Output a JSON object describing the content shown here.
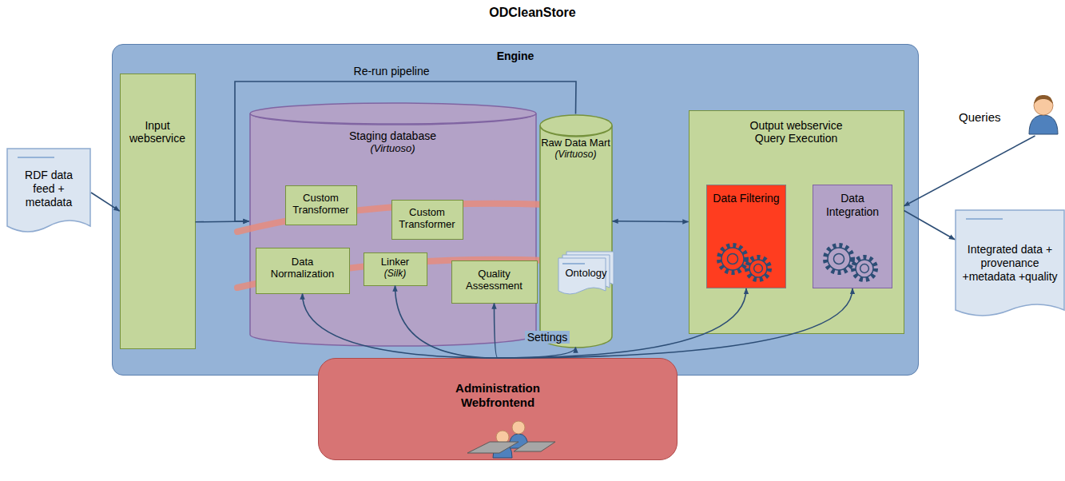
{
  "diagram": {
    "title": "ODCleanStore",
    "nodes": [
      {
        "text": [
          "RDF data feed + metadata"
        ]
      },
      {
        "text": [
          "Engine"
        ]
      },
      {
        "text": [
          "Input webservice"
        ],
        "in": 1
      },
      {
        "text": [
          "Staging database",
          "(Virtuoso)"
        ],
        "in": 1
      },
      {
        "text": [
          "Custom Transformer"
        ],
        "in": 3
      },
      {
        "text": [
          "Custom Transformer"
        ],
        "in": 3
      },
      {
        "text": [
          "Data Normalization"
        ],
        "in": 3
      },
      {
        "text": [
          "Linker",
          "(Silk)"
        ],
        "in": 3
      },
      {
        "text": [
          "Quality Assessment"
        ],
        "in": 3
      },
      {
        "text": [
          "Raw Data Mart",
          "(Virtuoso)"
        ],
        "in": 1
      },
      {
        "text": [
          "Ontology"
        ],
        "in": 9
      },
      {
        "text": [
          "Output webservice Query Execution"
        ],
        "in": 1
      },
      {
        "text": [
          "Data Filtering"
        ],
        "in": 11
      },
      {
        "text": [
          "Data Integration"
        ],
        "in": 11
      },
      {
        "text": [
          "Administration Webfrontend"
        ]
      },
      {
        "text": [
          "Integrated data + provenance +metadata +quality"
        ]
      },
      {
        "text": [
          "Queries"
        ]
      }
    ],
    "edges": [
      {
        "from": 0,
        "to": 2,
        "arrow": "to"
      },
      {
        "from": 2,
        "to": 3,
        "arrow": "to"
      },
      {
        "from": 9,
        "to": 3,
        "label": "Re-run pipeline",
        "arrow": "to"
      },
      {
        "from": 9,
        "to": 11,
        "arrow": "both"
      },
      {
        "from": 16,
        "to": 11,
        "arrow": "to"
      },
      {
        "from": 11,
        "to": 15,
        "arrow": "to"
      },
      {
        "from": 14,
        "to": 6,
        "arrow": "to"
      },
      {
        "from": 14,
        "to": 7,
        "arrow": "to"
      },
      {
        "from": 14,
        "to": 8,
        "label": "Settings",
        "arrow": "to"
      },
      {
        "from": 14,
        "to": 9,
        "arrow": "to"
      },
      {
        "from": 14,
        "to": 12,
        "arrow": "to"
      },
      {
        "from": 14,
        "to": 13,
        "arrow": "to"
      }
    ]
  }
}
